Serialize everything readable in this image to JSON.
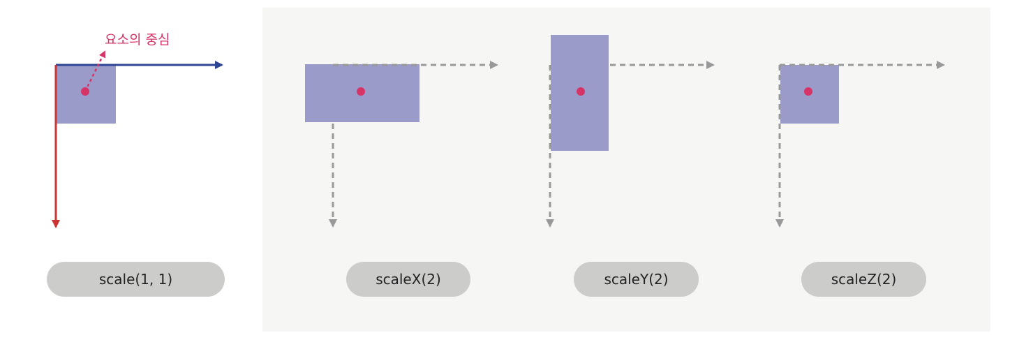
{
  "colors": {
    "panel_bg": "#f6f6f5",
    "box_fill": "#9b9bca",
    "center_dot": "#d63366",
    "x_axis": "#2e4494",
    "y_axis": "#cc3333",
    "dashed_axis": "#999999",
    "label_pill": "#cccccb",
    "label_text": "#222222",
    "annotation_text": "#d63366"
  },
  "annotation": {
    "center_label": "요소의 중심"
  },
  "figures": [
    {
      "label": "scale(1, 1)"
    },
    {
      "label": "scaleX(2)"
    },
    {
      "label": "scaleY(2)"
    },
    {
      "label": "scaleZ(2)"
    }
  ]
}
